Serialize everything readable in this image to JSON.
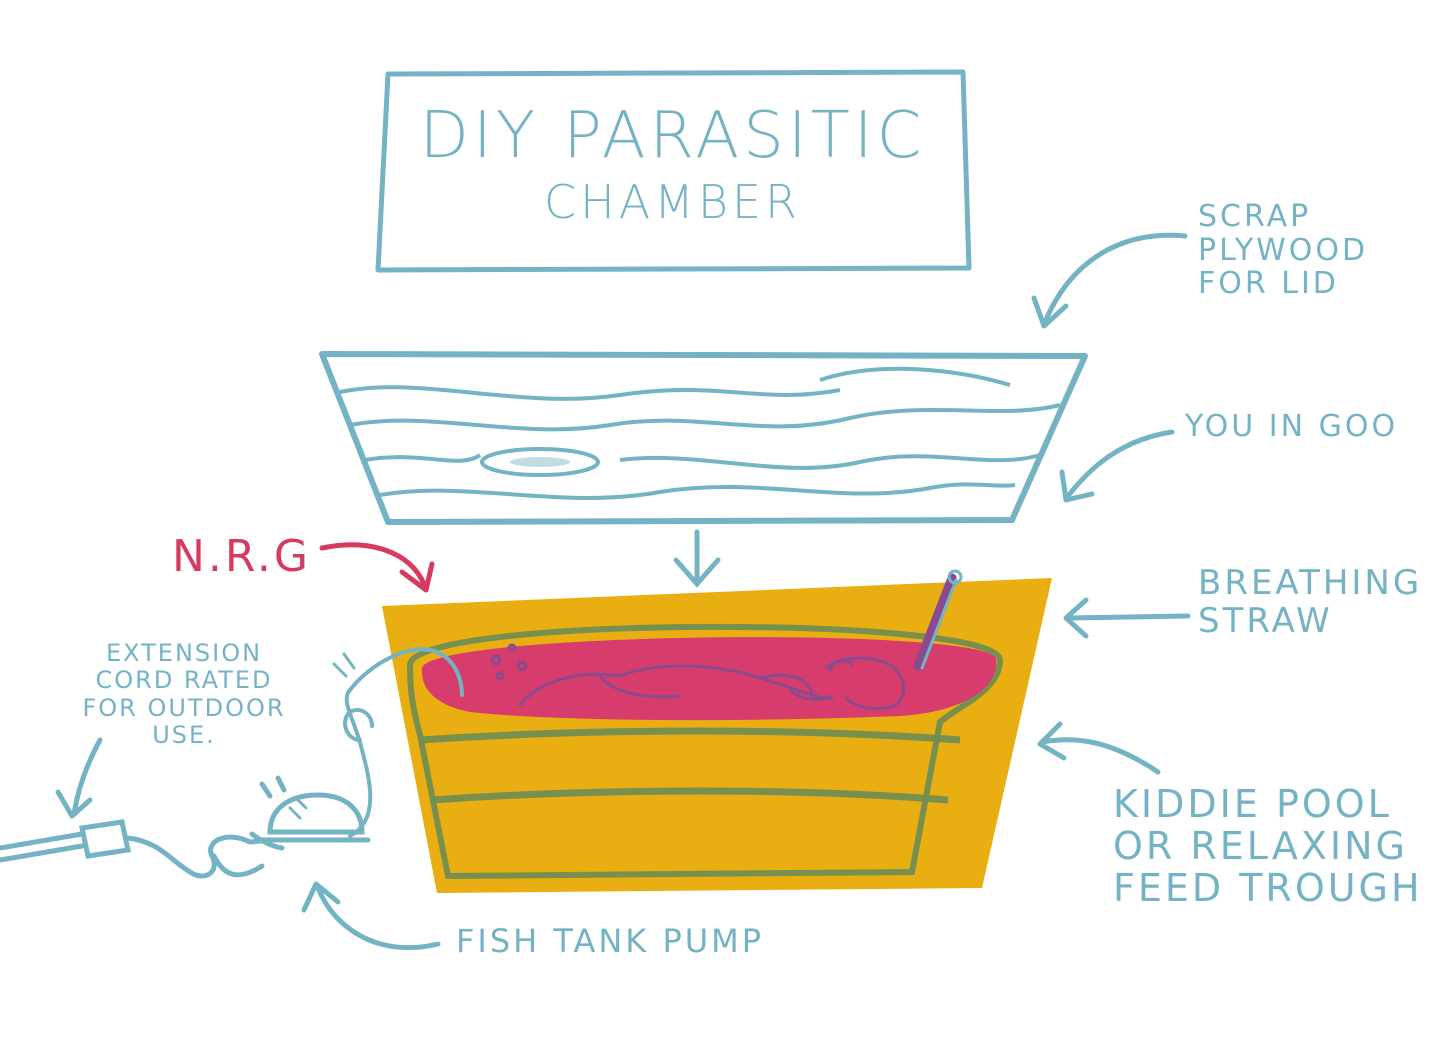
{
  "title": {
    "line1": "DIY PARASITIC",
    "line2": "CHAMBER"
  },
  "labels": {
    "lid": "SCRAP\nPLYWOOD\nFOR LID",
    "goo": "YOU IN GOO",
    "straw": "BREATHING\nSTRAW",
    "pool": "KIDDIE POOL\nOR RELAXING\nFEED TROUGH",
    "pump": "FISH TANK PUMP",
    "cord": "EXTENSION\nCORD RATED\nFOR OUTDOOR\nUSE.",
    "nrg": "N.R.G"
  },
  "colors": {
    "ink": "#74b3c4",
    "trough": "#e8ae12",
    "goo": "#d63d6c",
    "nrg": "#d8395f",
    "band": "#6a8d55"
  },
  "icons": {
    "lid": "plywood-board-icon",
    "trough": "feed-trough-icon",
    "person": "person-lying-icon",
    "straw": "breathing-straw-icon",
    "pump": "fish-tank-pump-icon",
    "cord": "extension-cord-icon"
  }
}
